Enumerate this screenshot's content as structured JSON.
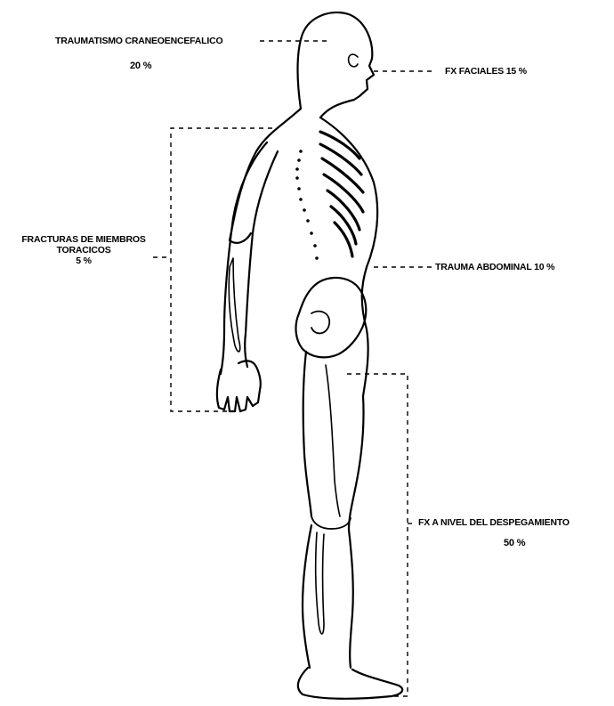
{
  "labels": {
    "head_injury": {
      "title": "TRAUMATISMO CRANEOENCEFALICO",
      "percent": "20 %"
    },
    "facial_fx": {
      "text": "FX FACIALES 15 %"
    },
    "upper_limb_fx": {
      "line1": "FRACTURAS DE MIEMBROS",
      "line2": "TORACICOS",
      "percent": "5 %"
    },
    "abdominal": {
      "text": "TRAUMA ABDOMINAL 10 %"
    },
    "takeoff_fx": {
      "title": "FX A NIVEL DEL DESPEGAMIENTO",
      "percent": "50 %"
    }
  },
  "colors": {
    "ink": "#000000",
    "paper": "#ffffff"
  }
}
